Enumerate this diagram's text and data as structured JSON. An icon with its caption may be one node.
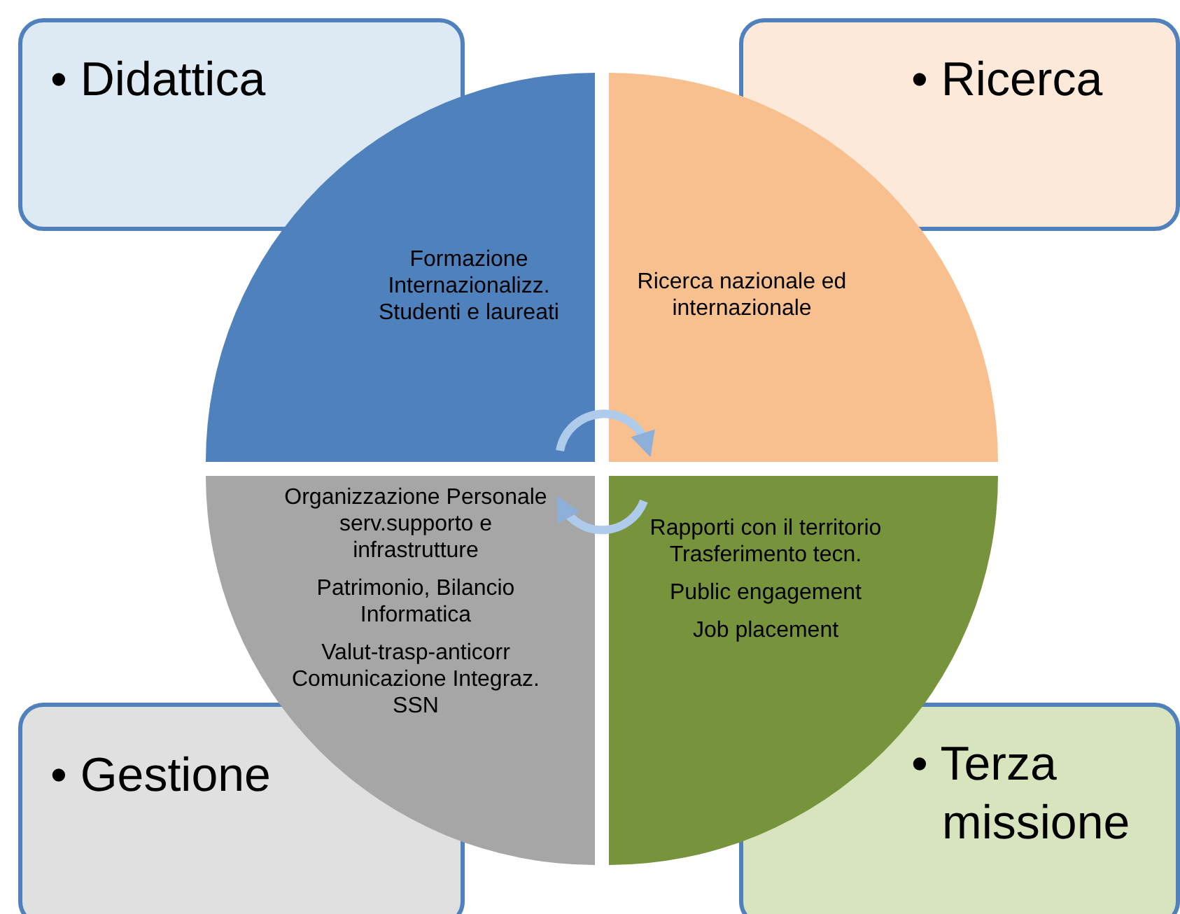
{
  "diagram": {
    "nodes": [
      {
        "text": [
          "• Didattica"
        ]
      },
      {
        "text": [
          "• Ricerca"
        ]
      },
      {
        "text": [
          "Formazione Internazionalizz. Studenti e laureati"
        ]
      },
      {
        "text": [
          "Ricerca nazionale ed internazionale"
        ]
      },
      {
        "text": [
          "Organizzazione Personale serv.supporto e infrastrutture",
          "Patrimonio, Bilancio Informatica",
          "Valut-trasp-anticorr Comunicazione Integraz. SSN"
        ]
      },
      {
        "text": [
          "Rapporti con il territorio Trasferimento tecn.",
          "Public engagement",
          "Job placement"
        ]
      },
      {
        "text": [
          "• Gestione"
        ]
      },
      {
        "text": [
          "• Terza missione"
        ]
      }
    ],
    "edges": [
      {
        "from": 2,
        "to": 3,
        "arrow": "to"
      },
      {
        "from": 5,
        "to": 4,
        "arrow": "to"
      }
    ]
  }
}
